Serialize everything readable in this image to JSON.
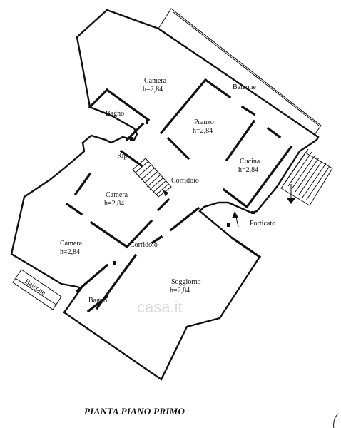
{
  "title": "PIANTA PIANO PRIMO",
  "rooms": {
    "camera_top": {
      "name": "Camera",
      "height": "h=2,84"
    },
    "bagno_top": {
      "name": "Bagno"
    },
    "pranzo": {
      "name": "Pranzo",
      "height": "h=2,84"
    },
    "cucina": {
      "name": "Cucina",
      "height": "h=2,84"
    },
    "balcone_top": {
      "name": "Balcone"
    },
    "rip": {
      "name": "Rip."
    },
    "corridoio_top": {
      "name": "Corridoio"
    },
    "camera_mid": {
      "name": "Camera",
      "height": "h=2,84"
    },
    "corridoio_bottom": {
      "name": "Corridoio"
    },
    "camera_left": {
      "name": "Camera",
      "height": "h=2,84"
    },
    "porticato": {
      "name": "Porticato"
    },
    "soggiorno": {
      "name": "Soggiorno",
      "height": "h=2,84"
    },
    "bagno_bottom": {
      "name": "Bagno"
    },
    "balcone_left": {
      "name": "Balcone"
    }
  },
  "watermark": "casa.it"
}
